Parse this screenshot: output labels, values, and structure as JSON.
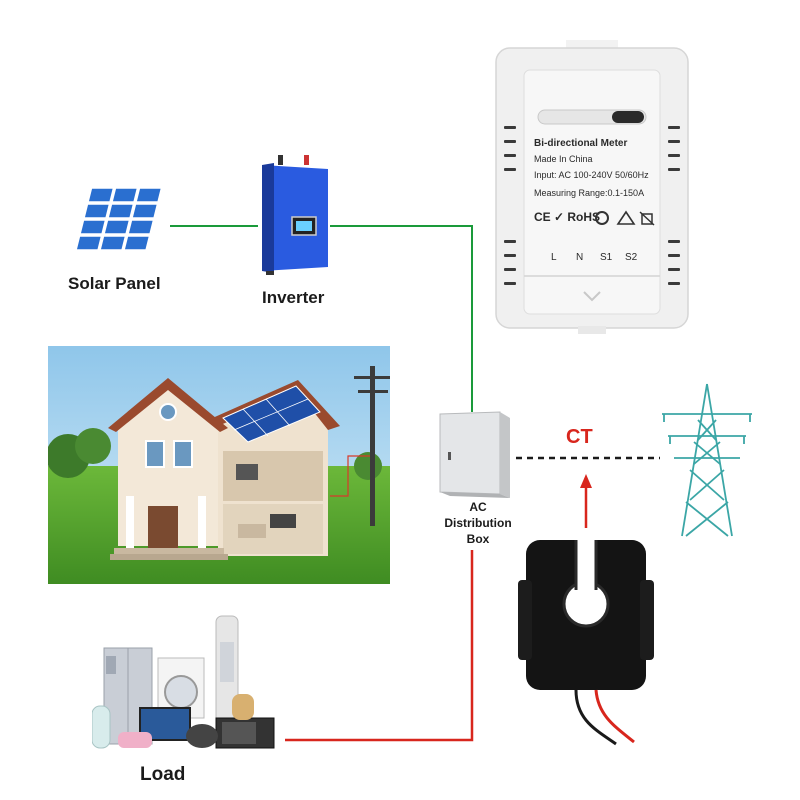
{
  "diagram": {
    "solar_panel_label": "Solar Panel",
    "inverter_label": "Inverter",
    "ac_box_label_line1": "AC",
    "ac_box_label_line2": "Distribution",
    "ac_box_label_line3": "Box",
    "load_label": "Load",
    "ct_label": "CT"
  },
  "meter": {
    "title": "Bi-directional Meter",
    "made_in": "Made In China",
    "input": "Input: AC 100-240V 50/60Hz",
    "range": "Measuring Range:0.1-150A",
    "cert_marks": "CE ✓ RoHS",
    "terminal_l": "L",
    "terminal_n": "N",
    "terminal_s1": "S1",
    "terminal_s2": "S2"
  },
  "colors": {
    "wire_green": "#1a9a3a",
    "wire_red": "#d8261d",
    "ct_label": "#d8261d",
    "inverter_blue": "#2a5be0",
    "solar_blue": "#2a6fd0"
  }
}
